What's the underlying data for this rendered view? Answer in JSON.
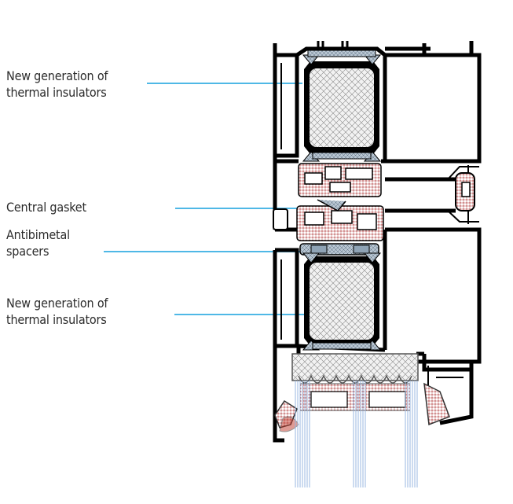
{
  "labels": {
    "insulator_top": "New generation of\nthermal insulators",
    "central_gasket": "Central gasket",
    "spacers": "Antibimetal\nspacers",
    "insulator_bottom": "New generation of\nthermal insulators"
  },
  "colors": {
    "leader": "#4fb8e6",
    "frame": "#000000",
    "insulator_fill": "#e8e8e8",
    "gasket_dots": "#c0392b",
    "spacer_fill": "#8fa3b5",
    "glass": "#9ab7e0"
  }
}
